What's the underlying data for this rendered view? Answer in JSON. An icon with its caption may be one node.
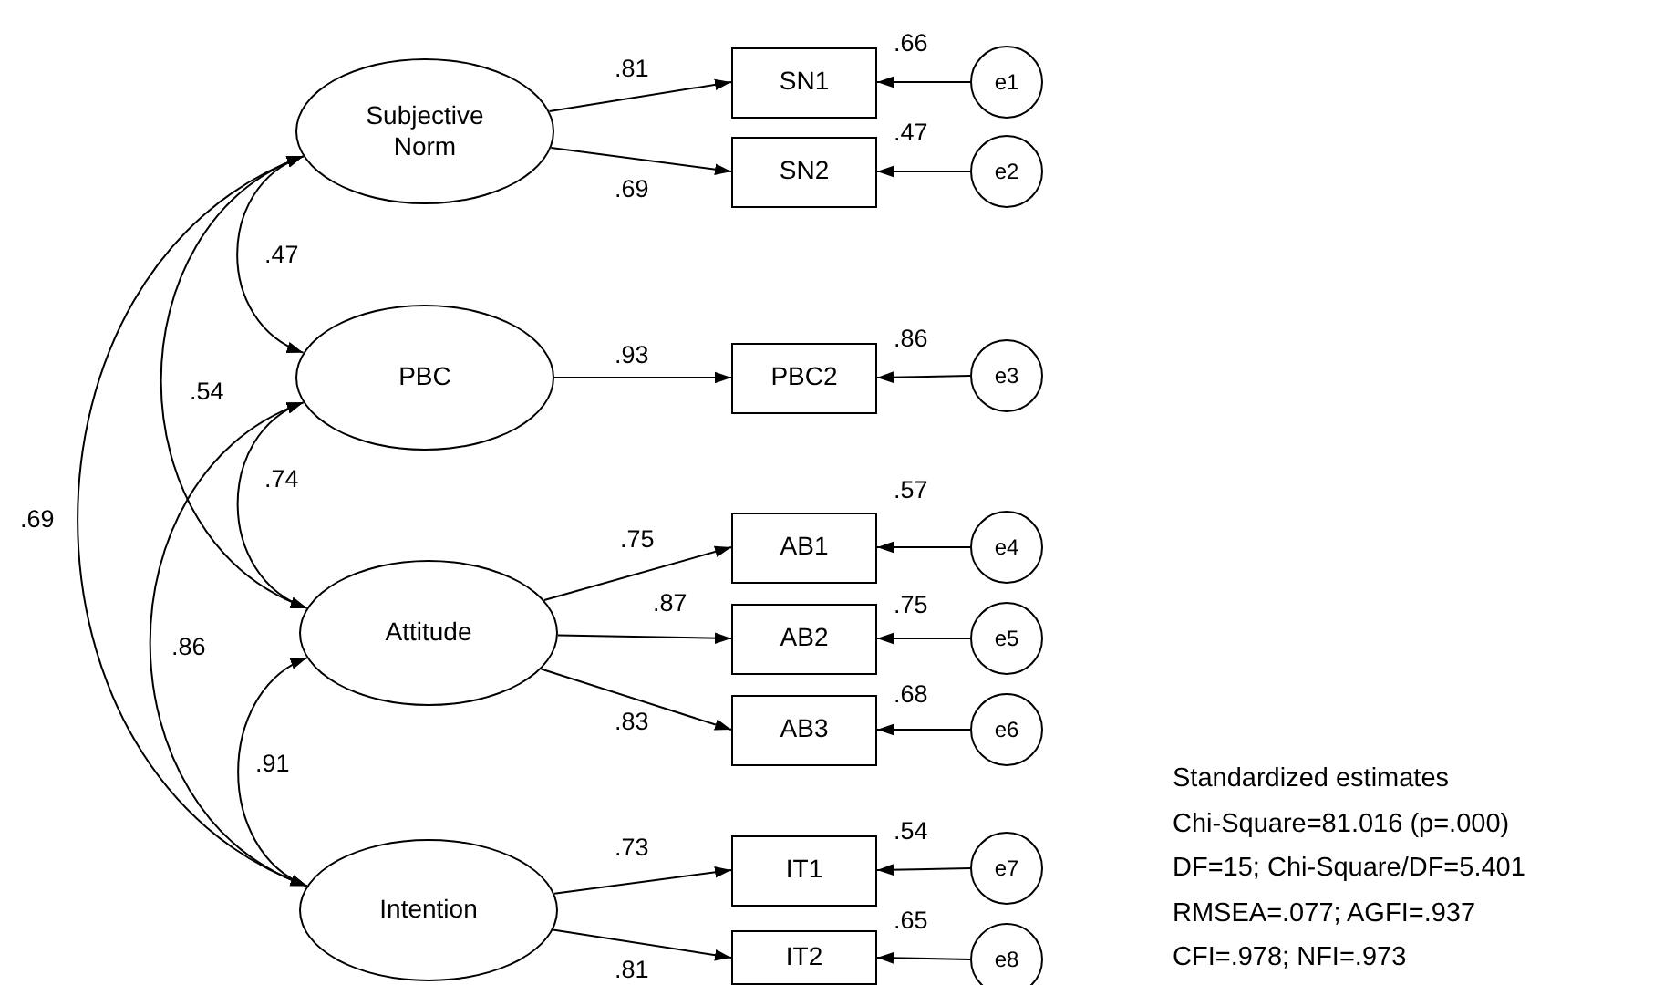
{
  "diagram": {
    "nodes": [
      {
        "text": [
          "Subjective Norm"
        ]
      },
      {
        "text": [
          "PBC"
        ]
      },
      {
        "text": [
          "Attitude"
        ]
      },
      {
        "text": [
          "Intention"
        ]
      },
      {
        "text": [
          "SN1"
        ],
        "beside": [
          ".66"
        ]
      },
      {
        "text": [
          "SN2"
        ],
        "beside": [
          ".47"
        ]
      },
      {
        "text": [
          "PBC2"
        ],
        "beside": [
          ".86"
        ]
      },
      {
        "text": [
          "AB1"
        ],
        "beside": [
          ".57"
        ]
      },
      {
        "text": [
          "AB2"
        ],
        "beside": [
          ".75"
        ]
      },
      {
        "text": [
          "AB3"
        ],
        "beside": [
          ".68"
        ]
      },
      {
        "text": [
          "IT1"
        ],
        "beside": [
          ".54"
        ]
      },
      {
        "text": [
          "IT2"
        ],
        "beside": [
          ".65"
        ]
      },
      {
        "text": [
          "e1"
        ]
      },
      {
        "text": [
          "e2"
        ]
      },
      {
        "text": [
          "e3"
        ]
      },
      {
        "text": [
          "e4"
        ]
      },
      {
        "text": [
          "e5"
        ]
      },
      {
        "text": [
          "e6"
        ]
      },
      {
        "text": [
          "e7"
        ]
      },
      {
        "text": [
          "e8"
        ]
      }
    ],
    "edges": [
      {
        "from": 0,
        "to": 4,
        "arrow": "to",
        "label": ".81"
      },
      {
        "from": 0,
        "to": 5,
        "arrow": "to",
        "label": ".69"
      },
      {
        "from": 1,
        "to": 6,
        "arrow": "to",
        "label": ".93"
      },
      {
        "from": 2,
        "to": 7,
        "arrow": "to",
        "label": ".75"
      },
      {
        "from": 2,
        "to": 8,
        "arrow": "to",
        "label": ".87"
      },
      {
        "from": 2,
        "to": 9,
        "arrow": "to",
        "label": ".83"
      },
      {
        "from": 3,
        "to": 10,
        "arrow": "to",
        "label": ".73"
      },
      {
        "from": 3,
        "to": 11,
        "arrow": "to",
        "label": ".81"
      },
      {
        "from": 12,
        "to": 4,
        "arrow": "to"
      },
      {
        "from": 13,
        "to": 5,
        "arrow": "to"
      },
      {
        "from": 14,
        "to": 6,
        "arrow": "to"
      },
      {
        "from": 15,
        "to": 7,
        "arrow": "to"
      },
      {
        "from": 16,
        "to": 8,
        "arrow": "to"
      },
      {
        "from": 17,
        "to": 9,
        "arrow": "to"
      },
      {
        "from": 18,
        "to": 10,
        "arrow": "to"
      },
      {
        "from": 19,
        "to": 11,
        "arrow": "to"
      },
      {
        "from": 0,
        "to": 1,
        "arrow": "both",
        "label": ".47"
      },
      {
        "from": 0,
        "to": 2,
        "arrow": "both",
        "label": ".54"
      },
      {
        "from": 1,
        "to": 2,
        "arrow": "both",
        "label": ".74"
      },
      {
        "from": 0,
        "to": 3,
        "arrow": "both",
        "label": ".69"
      },
      {
        "from": 1,
        "to": 3,
        "arrow": "both",
        "label": ".86"
      },
      {
        "from": 2,
        "to": 3,
        "arrow": "both",
        "label": ".91"
      }
    ],
    "labels": [
      "Standardized estimates",
      "Chi-Square=81.016 (p=.000)",
      "DF=15; Chi-Square/DF=5.401",
      "RMSEA=.077; AGFI=.937",
      "CFI=.978; NFI=.973"
    ]
  }
}
